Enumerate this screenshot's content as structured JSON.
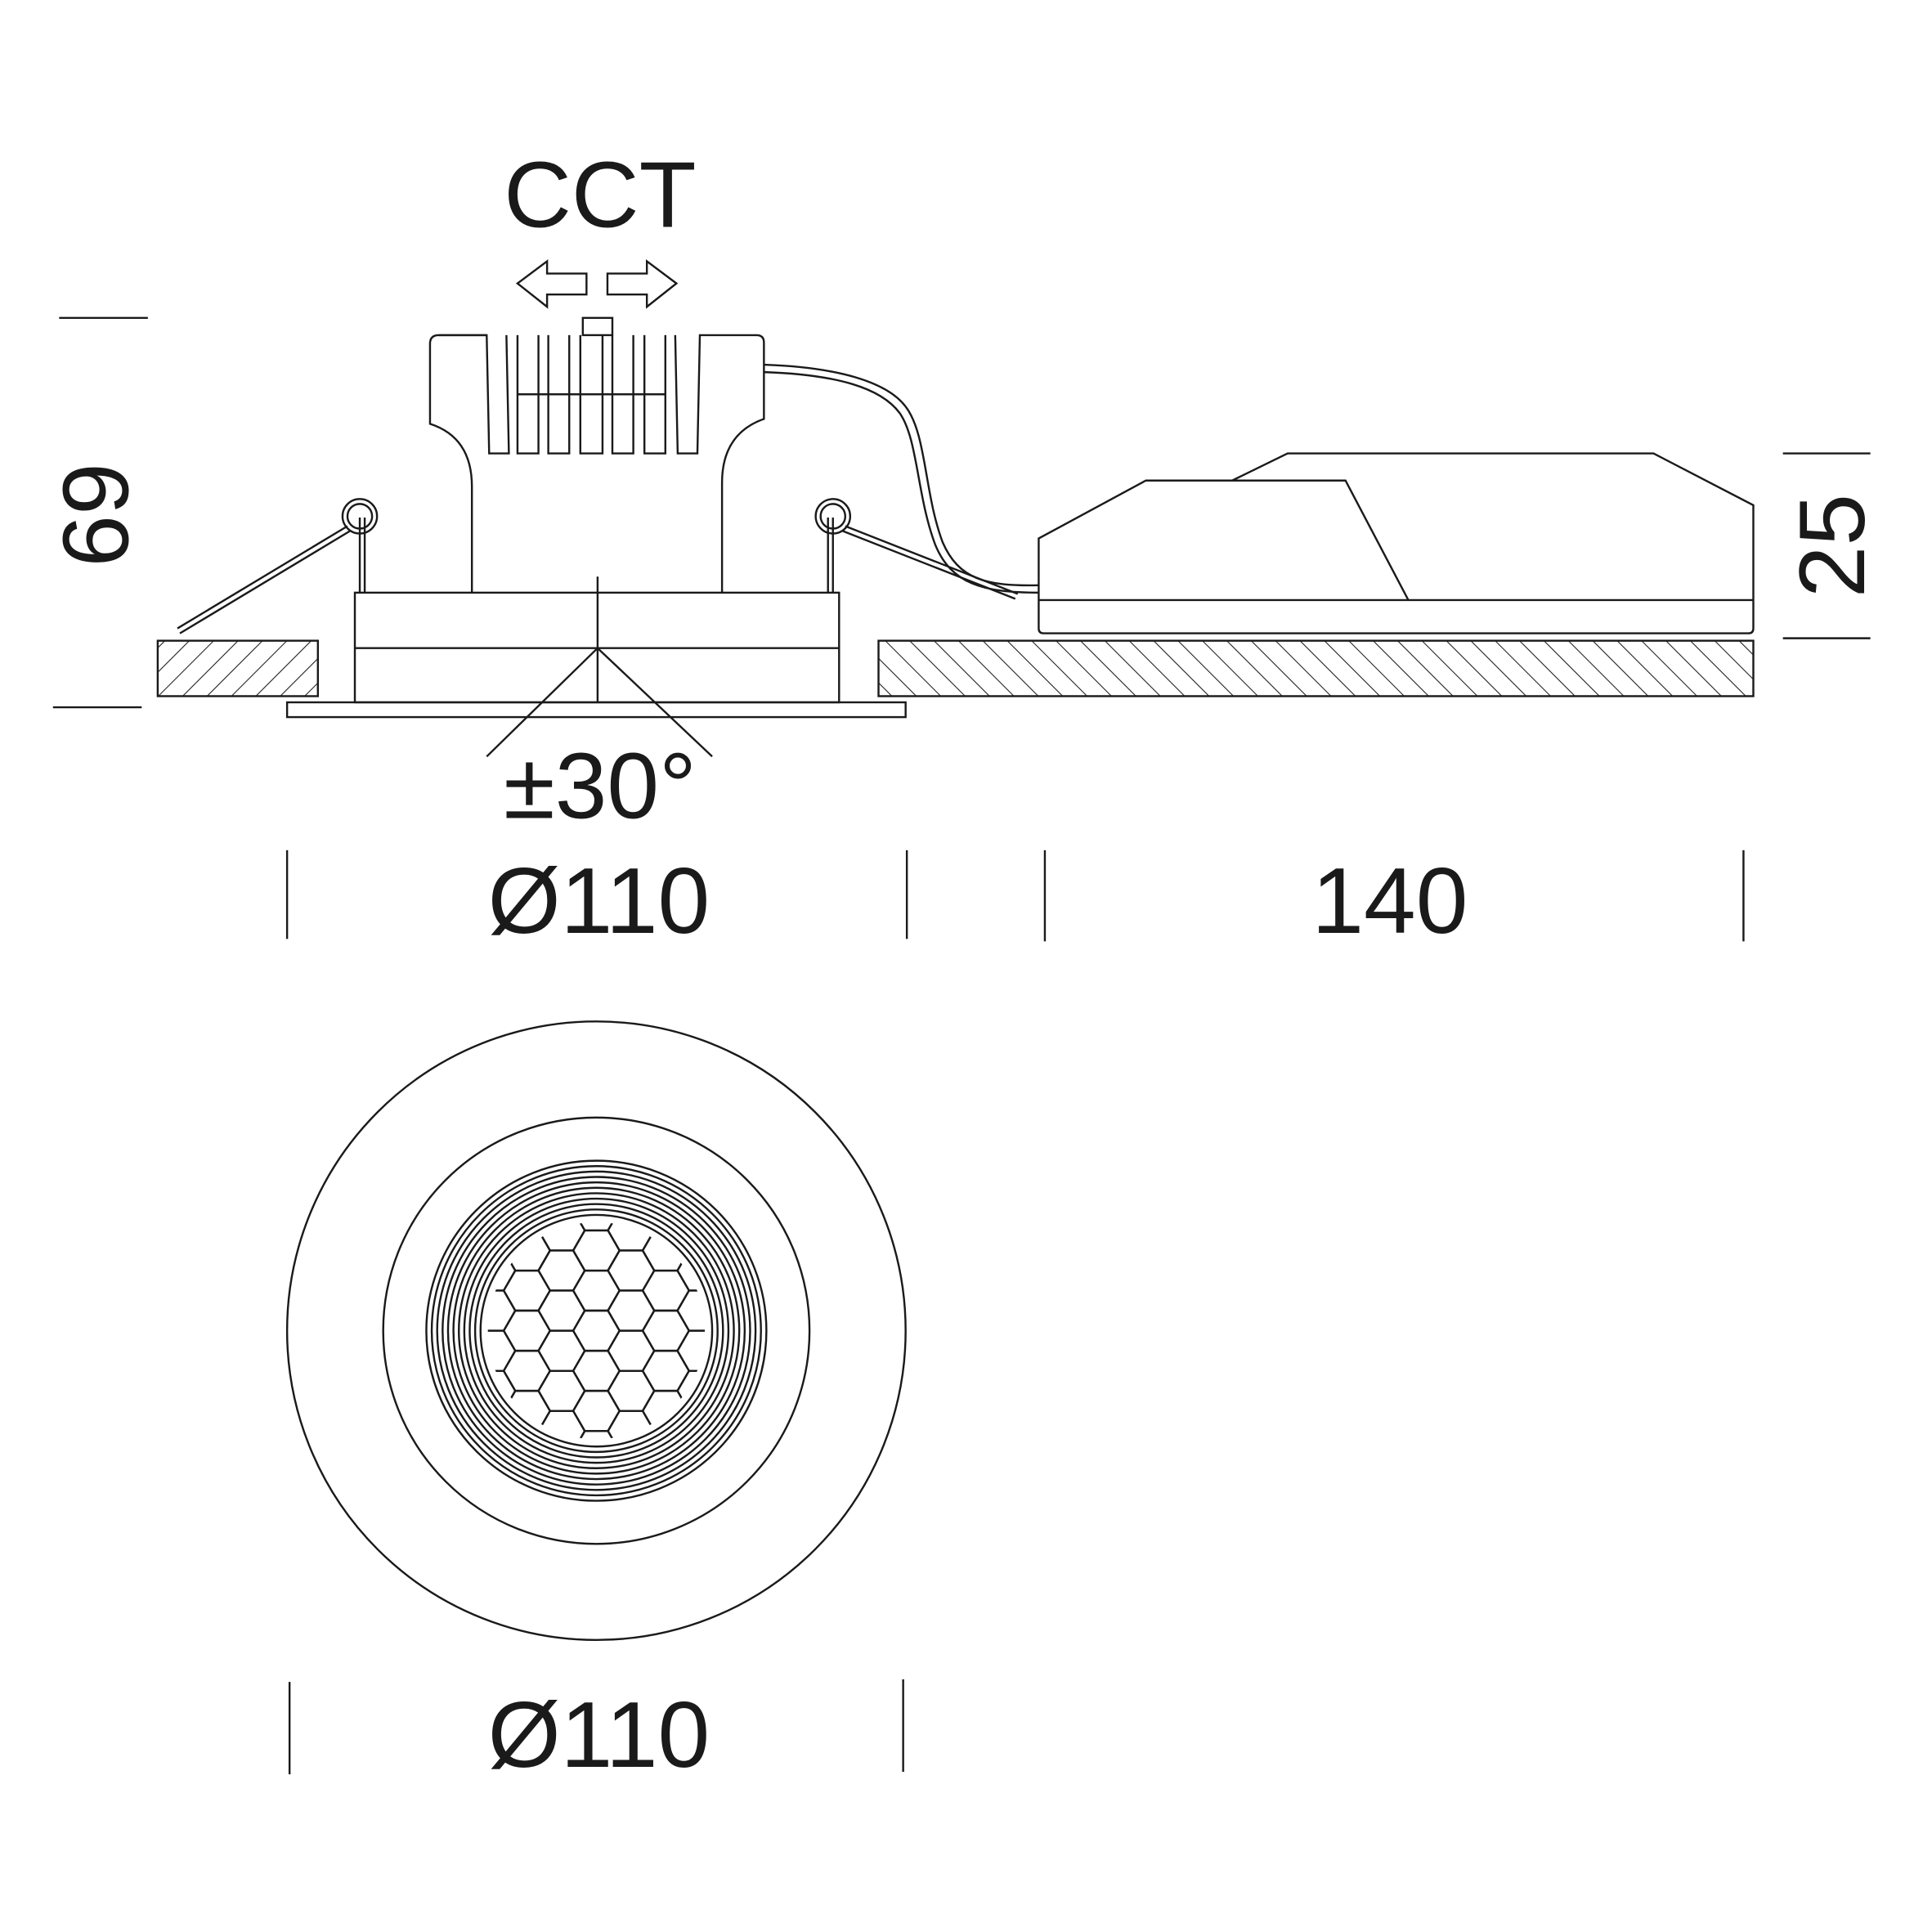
{
  "labels": {
    "cct": "CCT",
    "tilt": "±30°",
    "height": "69",
    "driver_height": "25",
    "diameter_side": "Ø110",
    "driver_length": "140",
    "diameter_front": "Ø110"
  },
  "colors": {
    "line": "#1a1a1a",
    "background": "#ffffff"
  }
}
